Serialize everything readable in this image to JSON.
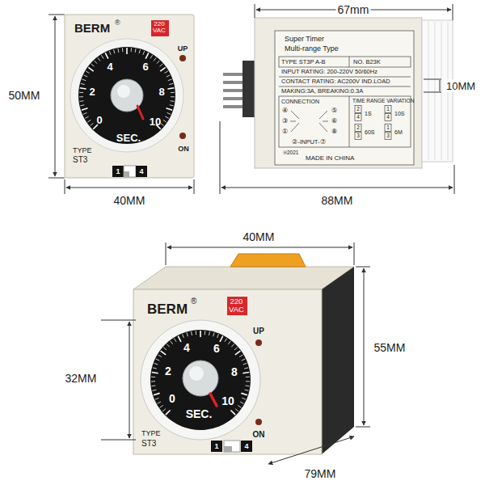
{
  "diagram": {
    "nodes": [
      {
        "text": [
          "220 VAC"
        ]
      },
      {
        "text": [
          "220 VAC"
        ]
      }
    ],
    "labels": [
      "BERM",
      "®",
      "UP",
      "4",
      "6",
      "2",
      "8",
      "0",
      "10",
      "SEC.",
      "ON",
      "TYPE",
      "ST3",
      "1",
      "4",
      "50MM",
      "40MM",
      "67mm",
      "Super Timer",
      "Multi-range Type",
      "TYPE ST3P A-B",
      "NO. B23K",
      "INPUT RATING: 200-220V 50/60Hz",
      "CONTACT RATING: AC200V IND.LOAD",
      "MAKING:3A, BREAKING:0.3A",
      "CONNECTION",
      "TIME RANGE VARIATION",
      "④",
      "③",
      "①",
      "⑤",
      "⑥",
      "⑧",
      "②-INPUT-⑦",
      "2",
      "4",
      "1S",
      "1",
      "4",
      "10S",
      "2",
      "3",
      "60S",
      "1",
      "3",
      "6M",
      "※2021",
      "MADE IN CHINA",
      "10MM",
      "88MM",
      "40MM",
      "BERM",
      "®",
      "UP",
      "4",
      "6",
      "2",
      "8",
      "0",
      "10",
      "SEC.",
      "ON",
      "TYPE",
      "ST3",
      "1",
      "4",
      "55MM",
      "32MM",
      "79MM"
    ]
  }
}
